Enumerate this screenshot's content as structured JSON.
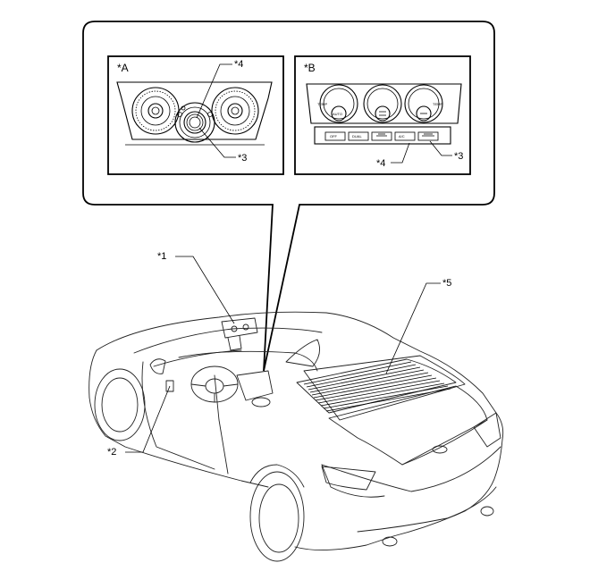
{
  "callouts": {
    "panel_a": "*A",
    "panel_b": "*B",
    "a_4": "*4",
    "a_3": "*3",
    "b_4": "*4",
    "b_3": "*3",
    "c1": "*1",
    "c2": "*2",
    "c5": "*5"
  },
  "panel_b_buttons": [
    "OFF",
    "DUAL",
    "",
    "A/C",
    ""
  ],
  "dial_text": {
    "auto": "AUTO",
    "temp": "TEMP"
  }
}
